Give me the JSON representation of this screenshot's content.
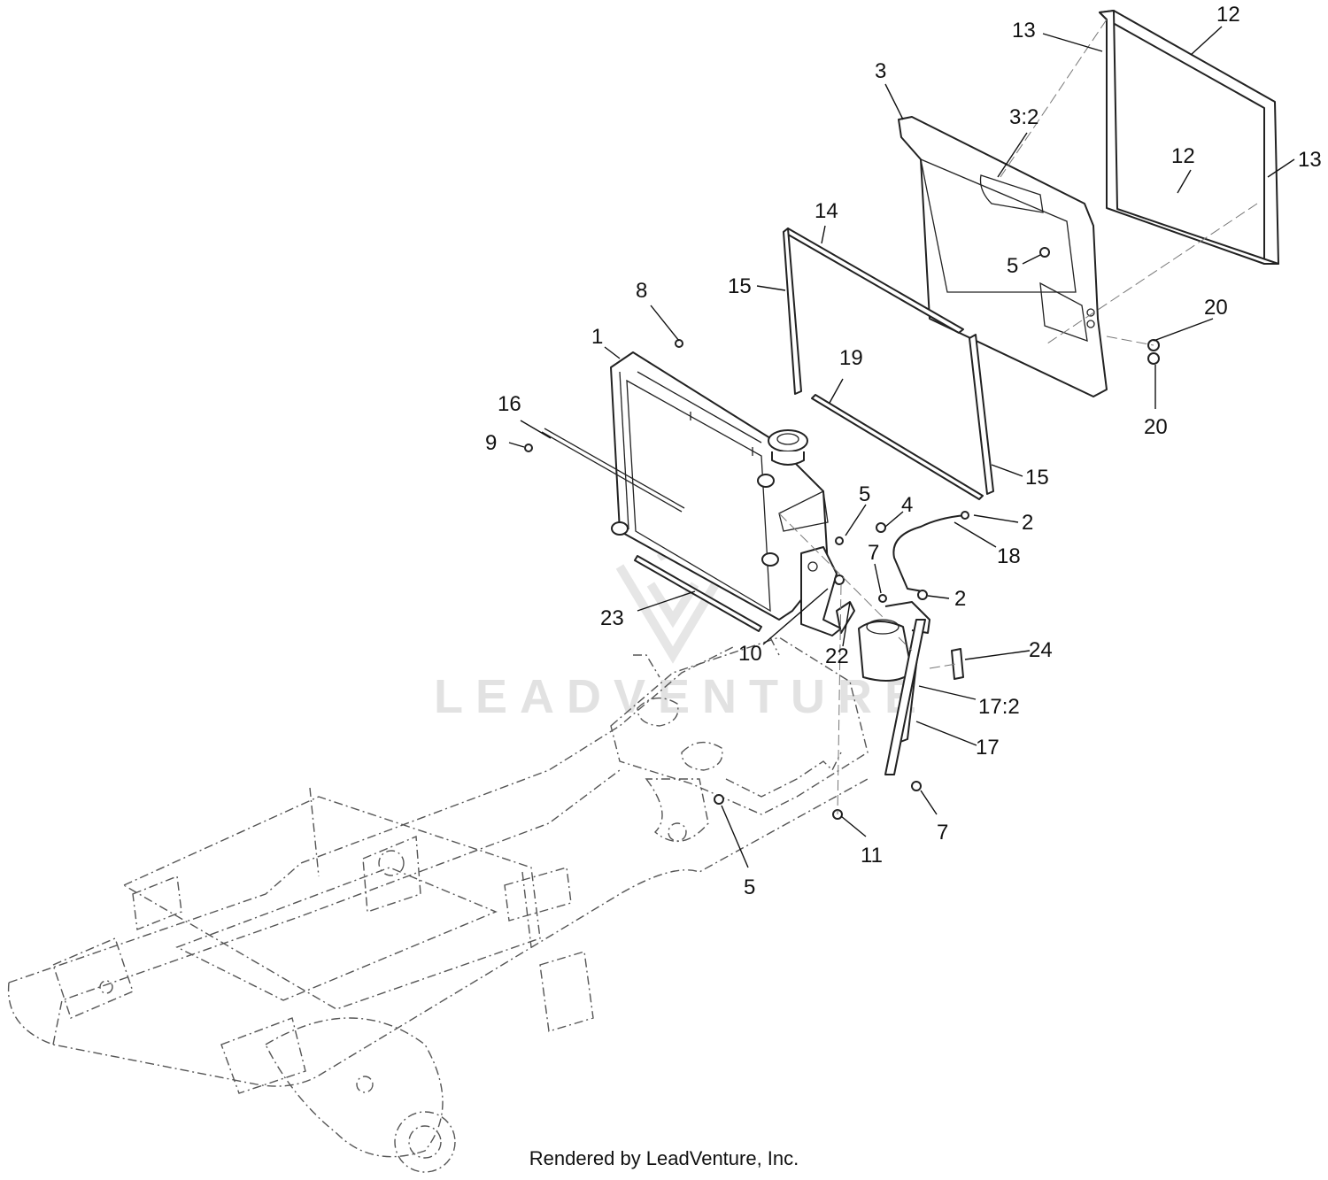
{
  "callouts": {
    "c1": "1",
    "c2a": "2",
    "c2b": "2",
    "c3": "3",
    "c3_2": "3:2",
    "c4": "4",
    "c5a": "5",
    "c5b": "5",
    "c5c": "5",
    "c7a": "7",
    "c7b": "7",
    "c8": "8",
    "c9": "9",
    "c10": "10",
    "c11": "11",
    "c12a": "12",
    "c12b": "12",
    "c13a": "13",
    "c13b": "13",
    "c14": "14",
    "c15a": "15",
    "c15b": "15",
    "c16": "16",
    "c17": "17",
    "c17_2": "17:2",
    "c18": "18",
    "c19": "19",
    "c20a": "20",
    "c20b": "20",
    "c22": "22",
    "c23": "23",
    "c24": "24"
  },
  "watermark": "LEADVENTURE",
  "footer": "Rendered by LeadVenture, Inc."
}
